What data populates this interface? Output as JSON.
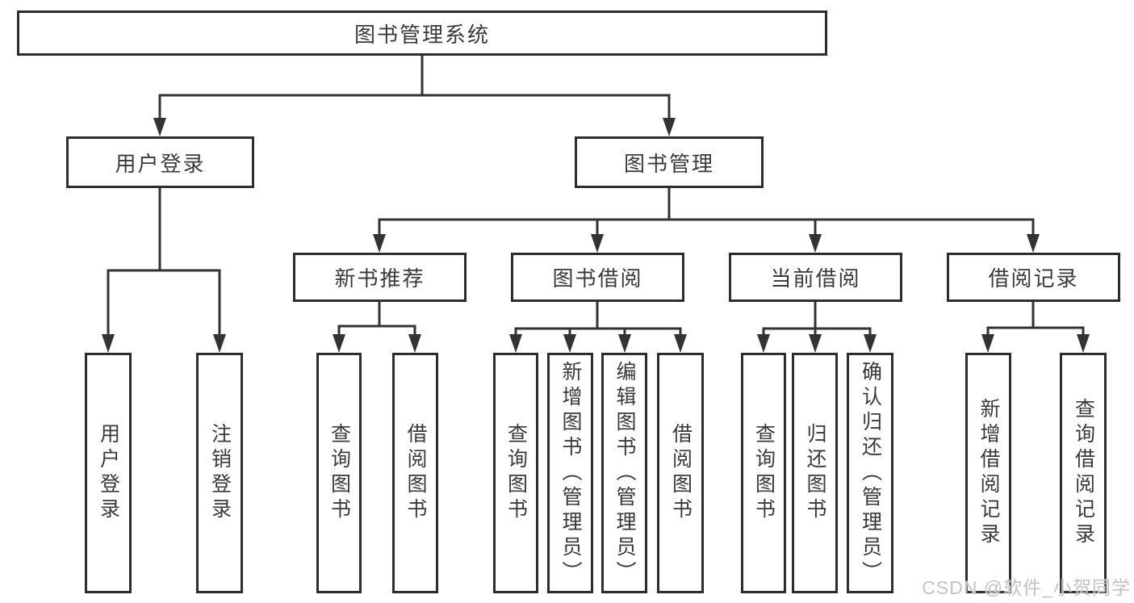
{
  "diagram": {
    "nodes": {
      "root": {
        "label": "图书管理系统"
      },
      "user_login": {
        "label": "用户登录"
      },
      "book_mgmt": {
        "label": "图书管理"
      },
      "new_book_rec": {
        "label": "新书推荐"
      },
      "book_borrow": {
        "label": "图书借阅"
      },
      "current_borrow": {
        "label": "当前借阅"
      },
      "borrow_record": {
        "label": "借阅记录"
      },
      "leaf_user_login": {
        "label": "用户登录"
      },
      "leaf_logout": {
        "label": "注销登录"
      },
      "leaf_query_book_1": {
        "label": "查询图书"
      },
      "leaf_borrow_book_1": {
        "label": "借阅图书"
      },
      "leaf_query_book_2": {
        "label": "查询图书"
      },
      "leaf_add_book": {
        "label": "新增图书（管理员）"
      },
      "leaf_edit_book": {
        "label": "编辑图书（管理员）"
      },
      "leaf_borrow_book_2": {
        "label": "借阅图书"
      },
      "leaf_query_book_3": {
        "label": "查询图书"
      },
      "leaf_return_book": {
        "label": "归还图书"
      },
      "leaf_confirm_return": {
        "label": "确认归还（管理员）"
      },
      "leaf_add_record": {
        "label": "新增借阅记录"
      },
      "leaf_query_record": {
        "label": "查询借阅记录"
      }
    },
    "colors": {
      "line": "#333333",
      "box_border": "#2d2d2d",
      "text": "#3a3a3a",
      "background": "#ffffff",
      "watermark": "#c3c3c3"
    }
  },
  "watermark": {
    "text": "CSDN @软件_小贺同学"
  }
}
